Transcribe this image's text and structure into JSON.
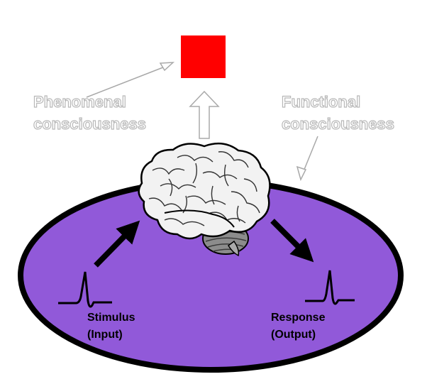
{
  "labels": {
    "phenomenal_line1": "Phenomenal",
    "phenomenal_line2": "consciousness",
    "functional_line1": "Functional",
    "functional_line2": "consciousness",
    "stimulus_line1": "Stimulus",
    "stimulus_line2": "(Input)",
    "response_line1": "Response",
    "response_line2": "(Output)"
  },
  "colors": {
    "ellipse_fill": "#9159d9",
    "ellipse_stroke": "#000000",
    "qualia_square": "#ff0000",
    "outline_label": "#b8b8b8",
    "brain_fill": "#f2f2f2",
    "cerebellum_fill": "#8c8c8c"
  },
  "icons": {
    "brain": "brain-icon",
    "stimulus_spike": "action-potential-spike-icon",
    "response_spike": "action-potential-spike-icon",
    "qualia": "red-square-qualia"
  }
}
